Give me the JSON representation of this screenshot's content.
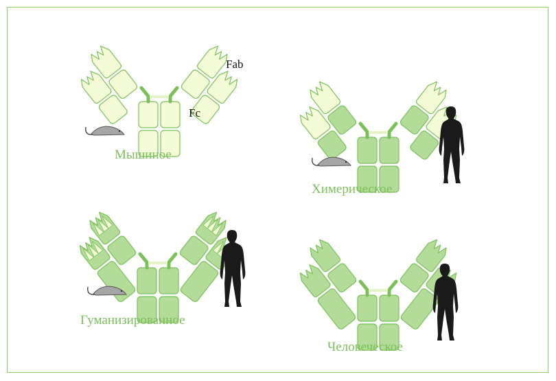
{
  "colors": {
    "frame": "#8fcf6a",
    "mouse_fill": "#f4fbd7",
    "human_fill": "#b2dc98",
    "outline": "#7cc05a",
    "hinge": "#7cc05a",
    "disulfide": "#e6f3c4",
    "label": "#7cc05a",
    "silhouette": "#1a1a1a",
    "rodent": "#a6a6a6"
  },
  "panels": [
    {
      "id": "mouse",
      "label": "Мышиное",
      "variant": "mouse",
      "has_human": false
    },
    {
      "id": "chimeric",
      "label": "Химерическое",
      "variant": "chimeric",
      "has_human": true
    },
    {
      "id": "humanized",
      "label": "Гуманизированное",
      "variant": "humanized",
      "has_human": true
    },
    {
      "id": "human",
      "label": "Человеческое",
      "variant": "human",
      "has_human": true
    }
  ],
  "region_labels": {
    "fab": "Fab",
    "fc": "Fc"
  },
  "icons": {
    "rodent": "mouse-icon",
    "person": "human-silhouette-icon"
  }
}
